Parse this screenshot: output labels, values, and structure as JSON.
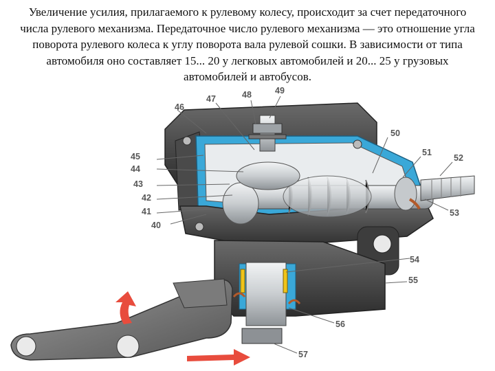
{
  "text": {
    "lines": [
      "Увеличение усилия, прилагаемого к рулевому колесу, происходит за счет передаточного",
      "числа рулевого механизма. Передаточное число рулевого механизма — это отношение угла",
      "поворота рулевого колеса к углу поворота вала рулевой сошки. В зависимости от типа",
      "автомобиля оно составляет 15... 20 у легковых автомобилей и 20... 25 у грузовых",
      "автомобилей и автобусов."
    ]
  },
  "diagram": {
    "labels": [
      "40",
      "41",
      "42",
      "43",
      "44",
      "45",
      "46",
      "47",
      "48",
      "49",
      "50",
      "51",
      "52",
      "53",
      "54",
      "55",
      "56",
      "57"
    ]
  },
  "colors": {
    "section_blue": "#3aa8d8",
    "casing": "#3f3f3f",
    "metal": "#cfd3d6",
    "arrow": "#e84c3d"
  }
}
